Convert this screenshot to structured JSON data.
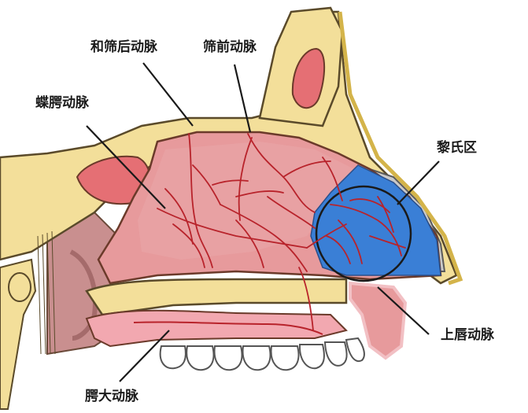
{
  "labels": {
    "posterior_ethmoidal": "和筛后动脉",
    "anterior_ethmoidal": "筛前动脉",
    "sphenopalatine": "蝶腭动脉",
    "littles_area": "黎氏区",
    "superior_labial": "上唇动脉",
    "greater_palatine": "腭大动脉"
  },
  "colors": {
    "bone": "#f3df9a",
    "bone_edge": "#5a4a2a",
    "mucosa": "#e79a9c",
    "mucosa_dark": "#d97f84",
    "sinus": "#e56f74",
    "artery": "#b8232b",
    "littles_area": "#3a7fd6",
    "cartilage": "#c9c9c9",
    "tooth": "#ffffff",
    "gum": "#f2a8b0",
    "throat": "#c98f8f"
  }
}
